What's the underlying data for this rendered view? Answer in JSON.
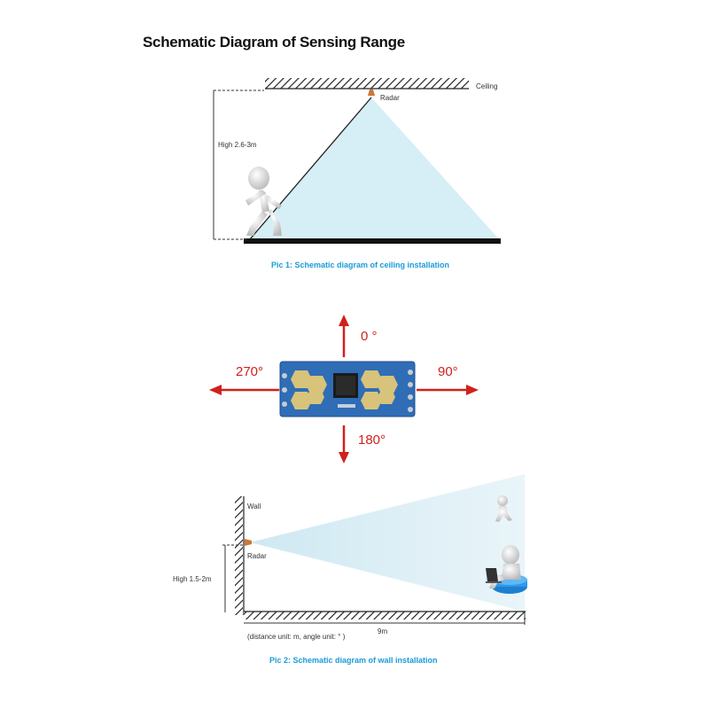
{
  "title": "Schematic Diagram of Sensing Range",
  "pic1": {
    "ceiling_label": "Ceiling",
    "radar_label": "Radar",
    "height_label": "High 2.6-3m",
    "caption": "Pic 1: Schematic diagram of ceiling installation"
  },
  "board": {
    "angles": {
      "top": "0 °",
      "right": "90°",
      "bottom": "180°",
      "left": "270°"
    },
    "arrow_color": "#d0211c",
    "pcb_color": "#2f6db7",
    "antenna_color": "#d8c37a"
  },
  "pic2": {
    "wall_label": "Wall",
    "radar_label": "Radar",
    "height_label": "High 1.5-2m",
    "distance_label": "9m",
    "unit_note": "(distance unit: m,    angle unit: ° )",
    "caption": "Pic 2: Schematic diagram of wall installation"
  },
  "colors": {
    "beam": "#d6eef6",
    "caption": "#1a9bd7",
    "radar": "#c9783a"
  }
}
